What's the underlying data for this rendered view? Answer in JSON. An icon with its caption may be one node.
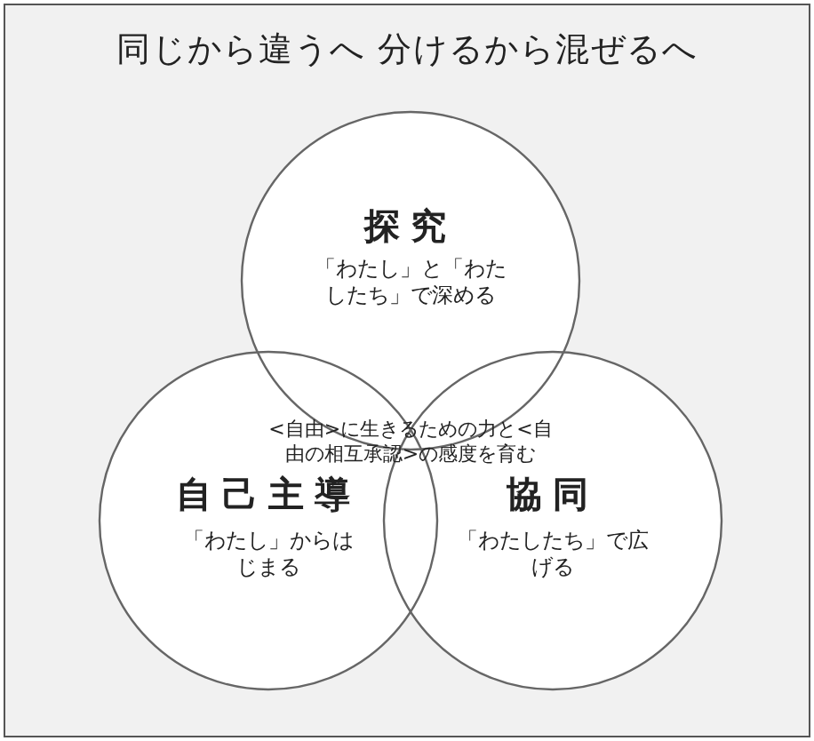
{
  "diagram": {
    "title": "同じから違うへ 分けるから混ぜるへ",
    "nodes": [
      {
        "text": [
          "探究",
          "「わたし」と「わたしたち」で深める"
        ]
      },
      {
        "text": [
          "自己主導",
          "「わたし」からはじまる"
        ]
      },
      {
        "text": [
          "協同",
          "「わたしたち」で広げる"
        ]
      }
    ],
    "edges": [],
    "labels": [
      "<自由>に生きるための力と<自由の相互承認>の感度を育む"
    ]
  }
}
